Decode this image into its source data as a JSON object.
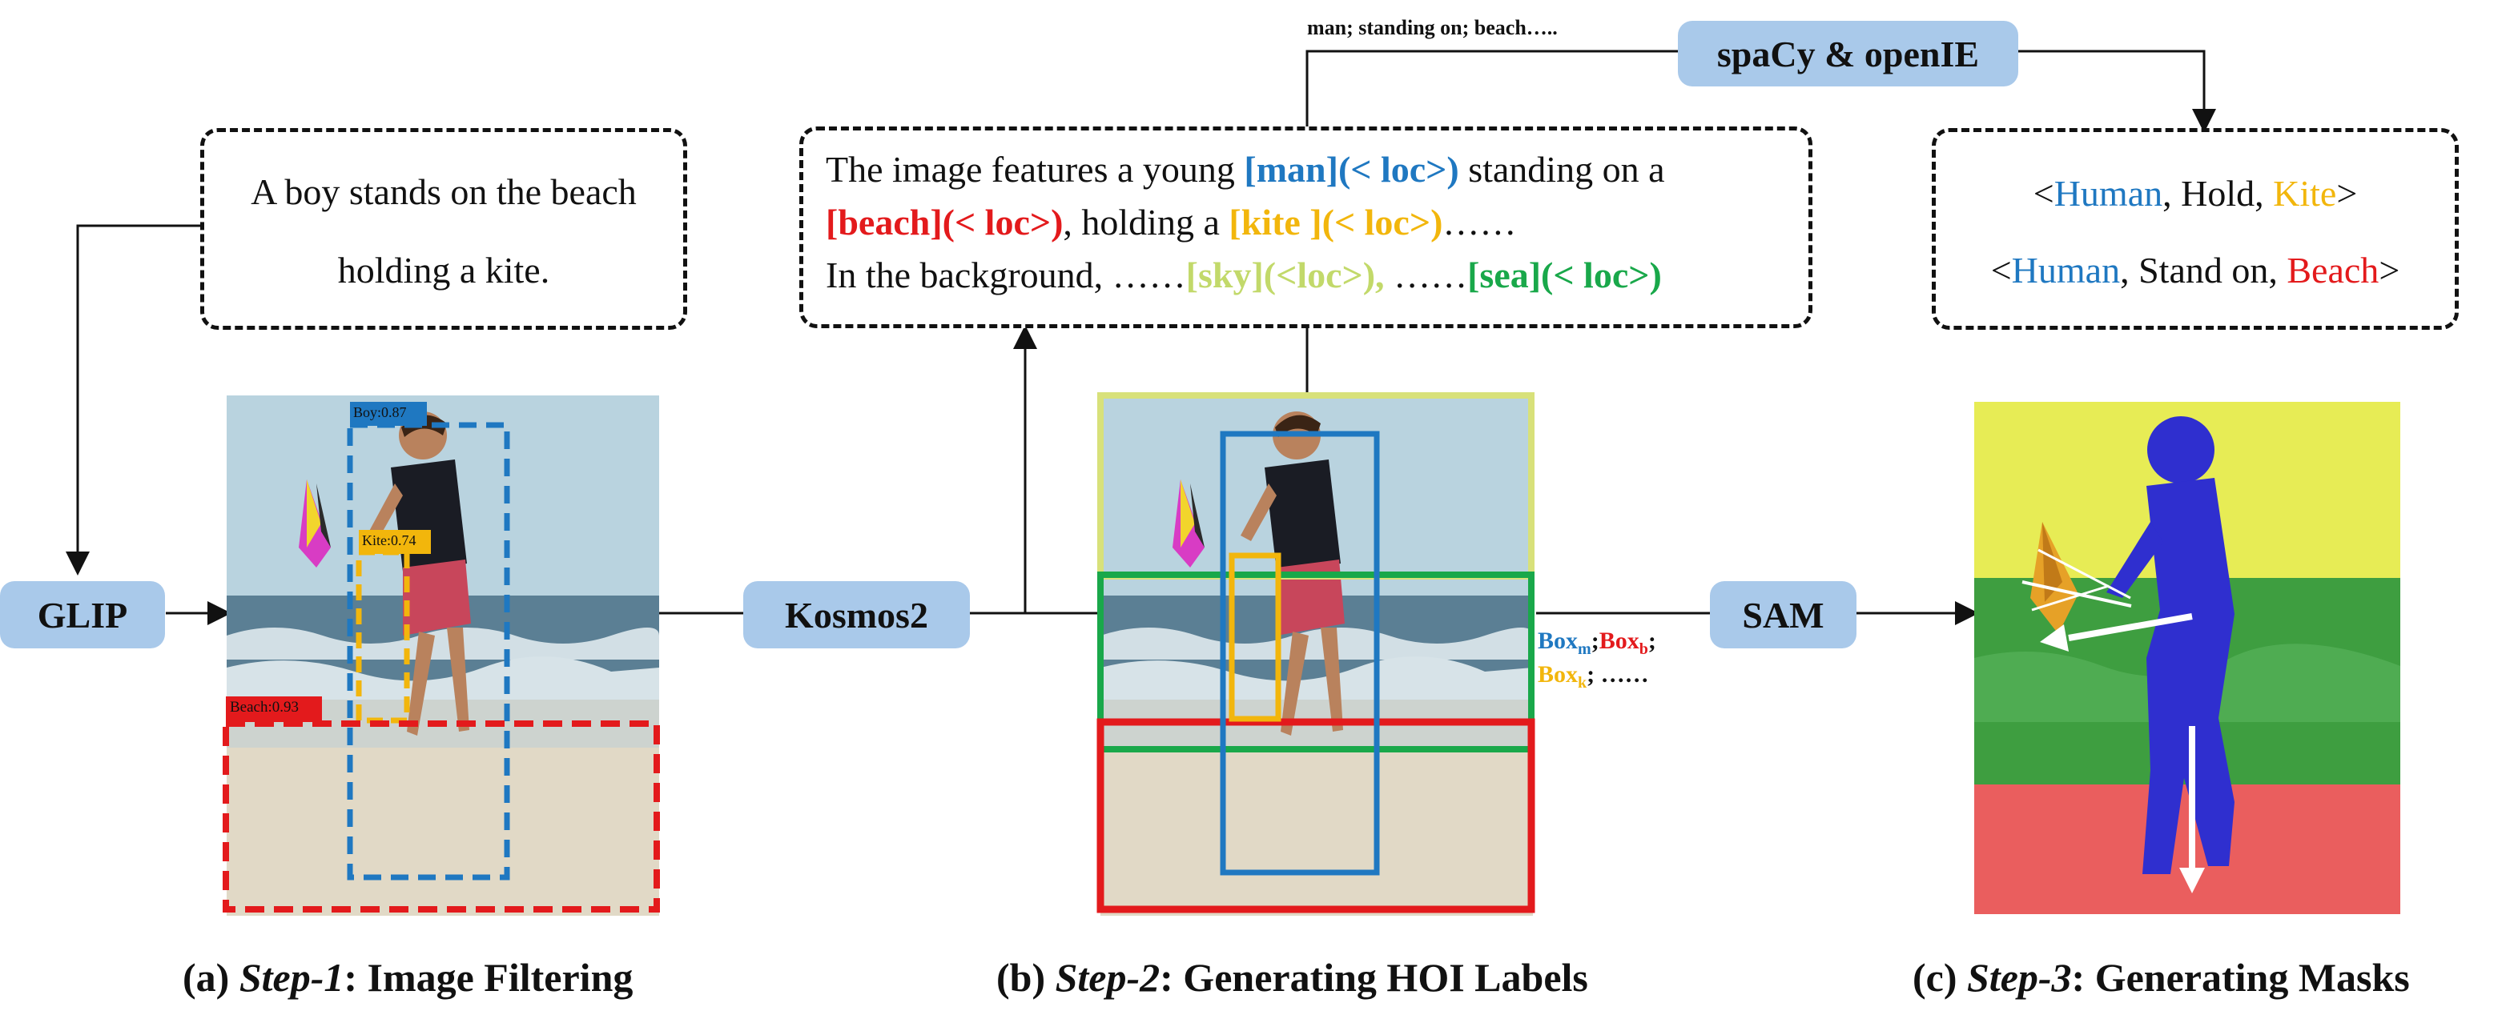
{
  "colors": {
    "pill": "#a9c9ea",
    "blue": "#1f78c1",
    "red": "#e31a1c",
    "gold": "#f2b60c",
    "lime": "#c2d96a",
    "green": "#19a84a",
    "mask_yellow": "#e7ec55",
    "mask_green": "#3e9e40",
    "mask_red": "#ea5e5e",
    "mask_blue": "#2f2fcf"
  },
  "step1": {
    "caption_text": "A boy stands on the beach",
    "caption_text2": "holding a kite.",
    "glip_label": "GLIP",
    "det_labels": {
      "boy": "Boy:0.87",
      "kite": "Kite:0.74",
      "beach": "Beach:0.93"
    },
    "caption": {
      "prefix": "(a) ",
      "step": "Step-1",
      "rest": ":  Image Filtering"
    }
  },
  "step2": {
    "kosmos_label": "Kosmos2",
    "spacy_label": "spaCy & openIE",
    "parse_text": "man; standing on; beach…..",
    "grounded": {
      "l1_a": "The image features a young ",
      "l1_man": "[man](< loc>)",
      "l1_b": " standing on a",
      "l2_beach": "[beach](< loc>)",
      "l2_b": ", holding a ",
      "l2_kite": "[kite ](< loc>)",
      "l2_c": "……",
      "l3_a": "In the background, ……",
      "l3_sky": "[sky](<loc>),",
      "l3_b": " ……",
      "l3_sea": "[sea](< loc>)"
    },
    "boxes": {
      "box": "Box",
      "m": "m",
      "b": "b",
      "k": "k",
      "sep": ";",
      "tail": "; ……"
    },
    "caption": {
      "prefix": "(b) ",
      "step": "Step-2",
      "rest": ": Generating HOI Labels"
    }
  },
  "step3": {
    "sam_label": "SAM",
    "triplets": {
      "t1_open": "<",
      "t1_human": "Human",
      "t1_sep1": ", Hold, ",
      "t1_kite": "Kite",
      "t1_close": ">",
      "t2_open": "<",
      "t2_human": "Human",
      "t2_sep1": ", Stand on, ",
      "t2_beach": "Beach",
      "t2_close": ">"
    },
    "caption": {
      "prefix": "(c) ",
      "step": "Step-3",
      "rest": ":  Generating Masks"
    }
  }
}
